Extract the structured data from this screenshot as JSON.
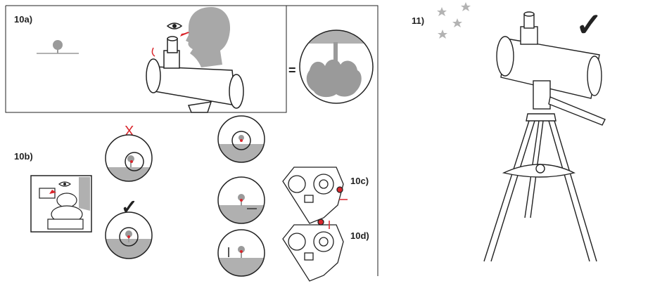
{
  "steps": {
    "s10a": "10a)",
    "s10b": "10b)",
    "s10c": "10c)",
    "s10d": "10d)",
    "s11": "11)"
  },
  "symbols": {
    "equals": "=",
    "wrong": "X",
    "correct": "✓"
  },
  "colors": {
    "ink": "#222222",
    "shade": "#b0b0b0",
    "head": "#a8a8a8",
    "tree": "#9a9a9a",
    "accent": "#d9262c",
    "star": "#b3b3b3"
  },
  "icons": [
    "eye-icon",
    "arrow-icon",
    "star-icon",
    "checkmark-icon",
    "cross-icon"
  ]
}
